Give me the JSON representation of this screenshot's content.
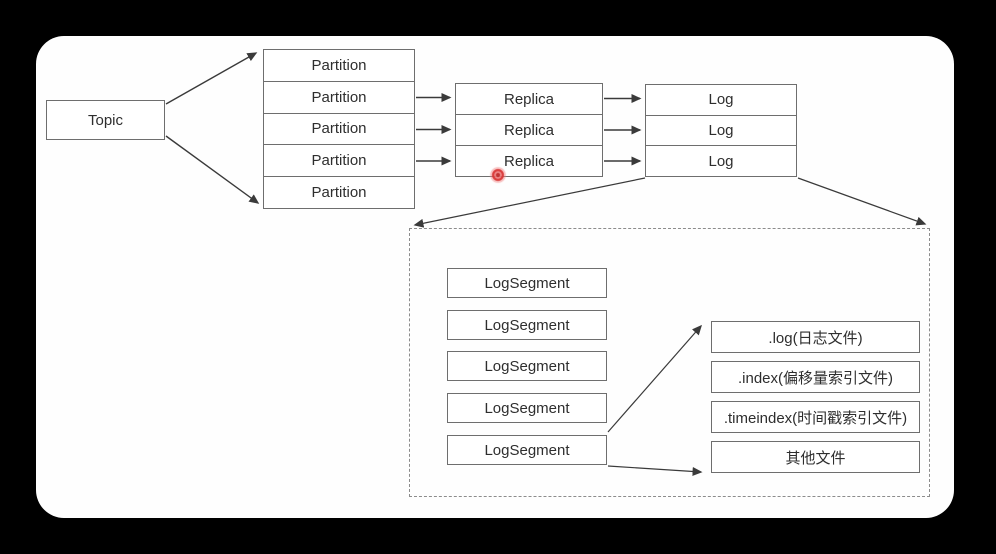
{
  "labels": {
    "topic": "Topic",
    "partition": "Partition",
    "replica": "Replica",
    "log": "Log",
    "log_segment": "LogSegment",
    "file_log": ".log(日志文件)",
    "file_index": ".index(偏移量索引文件)",
    "file_timeindex": ".timeindex(时间戳索引文件)",
    "file_other": "其他文件"
  },
  "structure": {
    "partition_count": 5,
    "replica_count": 3,
    "log_count": 3,
    "log_segment_count": 5,
    "file_count": 4
  },
  "colors": {
    "frame_background": "#000000",
    "slide_background": "#fefefe",
    "box_border": "#6e6e6e",
    "dashed_border": "#8c8c8c",
    "text": "#2e2e2e",
    "connector": "#3a3a3a",
    "laser_pointer_red": "#d93636"
  }
}
